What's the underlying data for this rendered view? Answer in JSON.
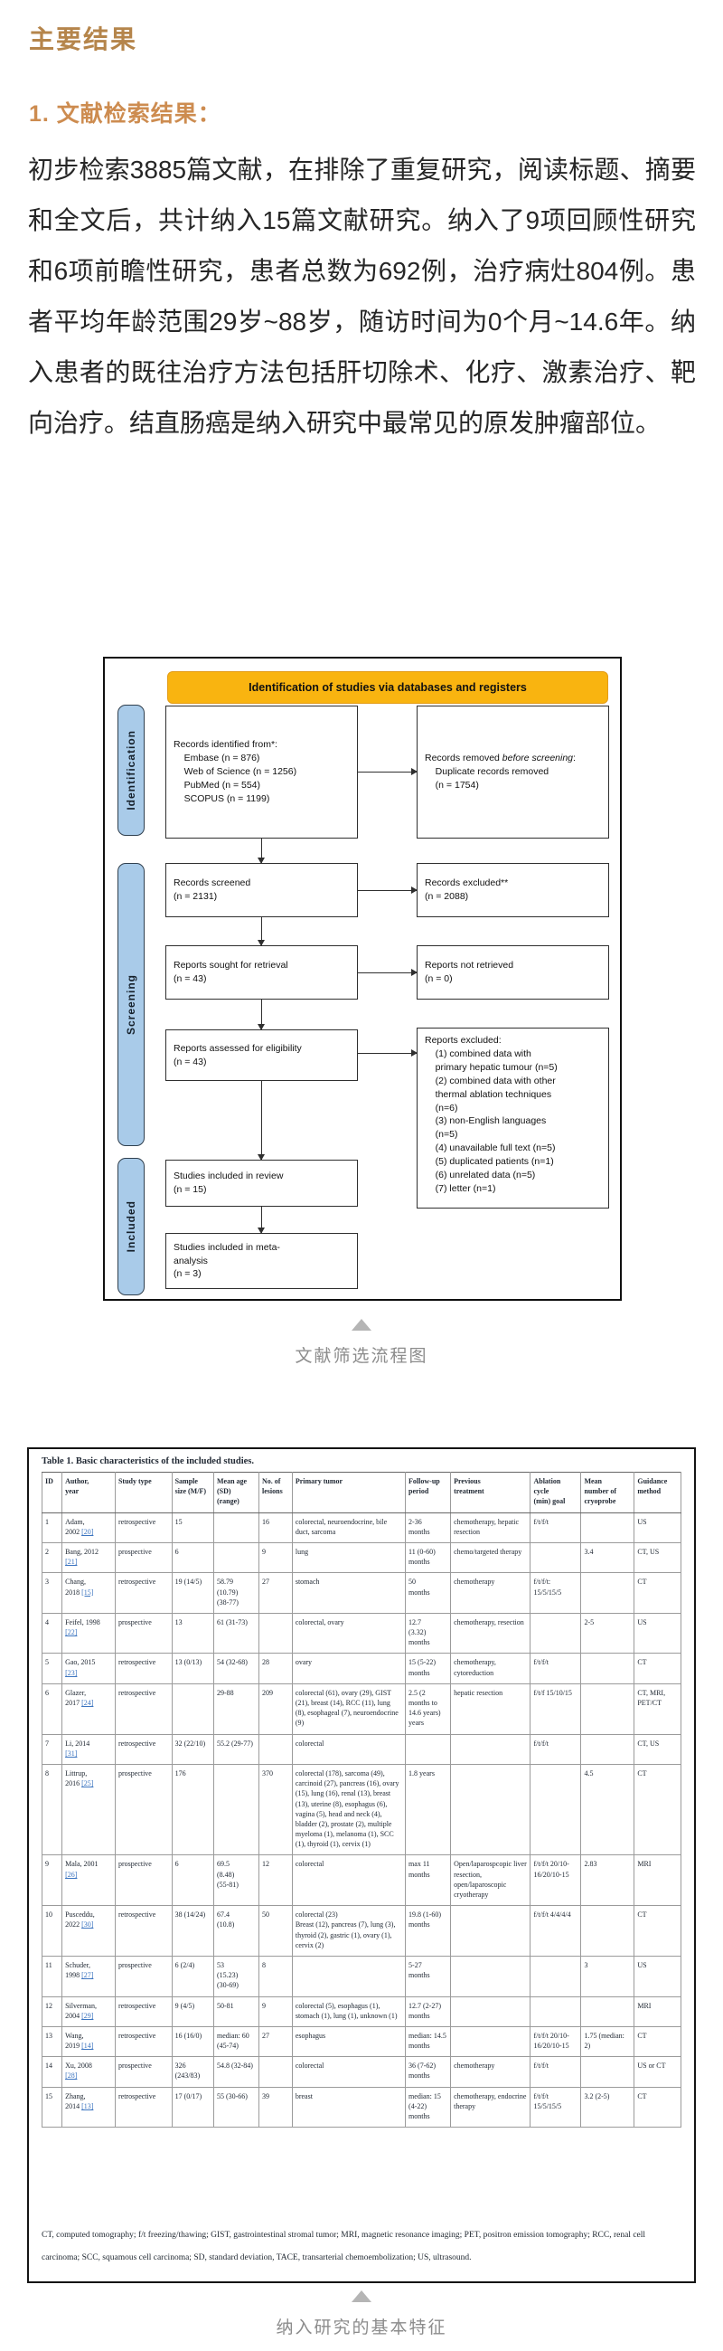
{
  "page": {
    "title": "主要结果",
    "section_heading": "1. 文献检索结果：",
    "paragraph": "初步检索3885篇文献，在排除了重复研究，阅读标题、摘要和全文后，共计纳入15篇文献研究。纳入了9项回顾性研究和6项前瞻性研究，患者总数为692例，治疗病灶804例。患者平均年龄范围29岁~88岁，随访时间为0个月~14.6年。纳入患者的既往治疗方法包括肝切除术、化疗、激素治疗、靶向治疗。结直肠癌是纳入研究中最常见的原发肿瘤部位。",
    "figure_caption": "文献筛选流程图",
    "table_caption": "纳入研究的基本特征"
  },
  "colors": {
    "title_gold": "#b5854b",
    "heading_orange": "#cd8c50",
    "banner_yellow": "#f9b410",
    "label_blue": "#a9cbe9",
    "ref_blue": "#3b74c0",
    "caption_gray": "#8c8c8c"
  },
  "diagram": {
    "banner": "Identification of studies via databases and registers",
    "side_labels": [
      "Identification",
      "Screening",
      "Included"
    ],
    "boxes": {
      "records_identified": "Records identified from*:\n    Embase (n = 876)\n    Web of Science (n = 1256)\n    PubMed (n = 554)\n    SCOPUS (n = 1199)",
      "records_removed_lead": "Records removed ",
      "records_removed_italic": "before screening",
      "records_removed_rest": ":\n    Duplicate records removed\n    (n = 1754)",
      "records_screened": "Records screened\n(n = 2131)",
      "records_excluded": "Records excluded**\n(n = 2088)",
      "reports_sought": "Reports sought for retrieval\n(n = 43)",
      "reports_not_retrieved": "Reports not retrieved\n(n = 0)",
      "reports_assessed": "Reports assessed for eligibility\n(n = 43)",
      "reports_excluded": "Reports excluded:\n    (1) combined data with\n    primary hepatic tumour (n=5)\n    (2) combined data with other\n    thermal ablation techniques\n    (n=6)\n    (3) non-English languages\n    (n=5)\n    (4) unavailable full text (n=5)\n    (5) duplicated patients (n=1)\n    (6) unrelated data (n=5)\n    (7) letter (n=1)",
      "included_review": "Studies included in review\n(n = 15)",
      "included_meta": "Studies included in meta-\nanalysis\n(n = 3)"
    }
  },
  "table": {
    "title": "Table 1.  Basic characteristics of the included studies.",
    "col_widths": [
      "3%",
      "8%",
      "8.5%",
      "6.3%",
      "6.8%",
      "5%",
      "17%",
      "6.8%",
      "12%",
      "7.6%",
      "8%",
      "7%"
    ],
    "columns": [
      "ID",
      "Author,\nyear",
      "Study type",
      "Sample\nsize (M/F)",
      "Mean age\n(SD)\n(range)",
      "No. of\nlesions",
      "Primary tumor",
      "Follow-up\nperiod",
      "Previous\ntreatment",
      "Ablation\ncycle\n(min) goal",
      "Mean\nnumber of\ncryoprobe",
      "Guidance\nmethod"
    ],
    "rows": [
      [
        "1",
        "Adam,\n2002 [20]",
        "retrospective",
        "15",
        "",
        "16",
        "colorectal, neuroendocrine, bile duct, sarcoma",
        "2-36\nmonths",
        "chemotherapy, hepatic resection",
        "f/t/f/t",
        "",
        "US"
      ],
      [
        "2",
        "Bang, 2012\n[21]",
        "prospective",
        "6",
        "",
        "9",
        "lung",
        "11 (0-60)\nmonths",
        "chemo/targeted therapy",
        "",
        "3.4",
        "CT, US"
      ],
      [
        "3",
        "Chang,\n2018 [15]",
        "retrospective",
        "19 (14/5)",
        "58.79\n(10.79)\n(38-77)",
        "27",
        "stomach",
        "50\nmonths",
        "chemotherapy",
        "f/t/f/t: 15/5/15/5",
        "",
        "CT"
      ],
      [
        "4",
        "Feifel, 1998\n[22]",
        "prospective",
        "13",
        "61 (31-73)",
        "",
        "colorectal, ovary",
        "12.7\n(3.32)\nmonths",
        "chemotherapy, resection",
        "",
        "2-5",
        "US"
      ],
      [
        "5",
        "Gao, 2015\n[23]",
        "retrospective",
        "13 (0/13)",
        "54 (32-68)",
        "28",
        "ovary",
        "15 (5-22)\nmonths",
        "chemotherapy, cytoreduction",
        "f/t/f/t",
        "",
        "CT"
      ],
      [
        "6",
        "Glazer,\n2017 [24]",
        "retrospective",
        "",
        "29-88",
        "209",
        "colorectal (61), ovary (29), GIST (21), breast (14), RCC (11), lung (8), esophageal (7), neuroendocrine (9)",
        "2.5 (2 months to 14.6 years) years",
        "hepatic resection",
        "f/t/f 15/10/15",
        "",
        "CT, MRI, PET/CT"
      ],
      [
        "7",
        "Li, 2014\n[31]",
        "retrospective",
        "32 (22/10)",
        "55.2 (29-77)",
        "",
        "colorectal",
        "",
        "",
        "f/t/f/t",
        "",
        "CT, US"
      ],
      [
        "8",
        "Littrup,\n2016 [25]",
        "prospective",
        "176",
        "",
        "370",
        "colorectal (178), sarcoma (49), carcinoid (27), pancreas (16), ovary (15), lung (16), renal (13), breast (13), uterine (8), esophagus (6), vagina (5), head and neck (4), bladder (2), prostate (2), multiple myeloma (1), melanoma (1), SCC (1), thyroid (1), cervix (1)",
        "1.8 years",
        "",
        "",
        "4.5",
        "CT"
      ],
      [
        "9",
        "Mala, 2001\n[26]",
        "prospective",
        "6",
        "69.5\n(8.48)\n(55-81)",
        "12",
        "colorectal",
        "max 11\nmonths",
        "Open/laparospcopic liver resection, open/laparoscopic cryotherapy",
        "f/t/f/t 20/10-16/20/10-15",
        "2.83",
        "MRI"
      ],
      [
        "10",
        "Pusceddu,\n2022 [30]",
        "retrospective",
        "38 (14/24)",
        "67.4\n(10.8)",
        "50",
        "colorectal (23)\nBreast (12), pancreas (7), lung (3), thyroid (2), gastric (1), ovary (1), cervix (2)",
        "19.8 (1-60)\nmonths",
        "",
        "f/t/f/t 4/4/4/4",
        "",
        "CT"
      ],
      [
        "11",
        "Schuder,\n1998 [27]",
        "prospective",
        "6 (2/4)",
        "53\n(15.23)\n(30-69)",
        "8",
        "",
        "5-27\nmonths",
        "",
        "",
        "3",
        "US"
      ],
      [
        "12",
        "Silverman,\n2004 [29]",
        "retrospective",
        "9 (4/5)",
        "50-81",
        "9",
        "colorectal (5), esophagus (1), stomach (1), lung (1), unknown (1)",
        "12.7 (2-27)\nmonths",
        "",
        "",
        "",
        "MRI"
      ],
      [
        "13",
        "Wang,\n2019 [14]",
        "retrospective",
        "16 (16/0)",
        "median: 60 (45-74)",
        "27",
        "esophagus",
        "median: 14.5\nmonths",
        "",
        "f/t/f/t 20/10-16/20/10-15",
        "1.75 (median: 2)",
        "CT"
      ],
      [
        "14",
        "Xu, 2008\n[28]",
        "prospective",
        "326\n(243/83)",
        "54.8 (32-84)",
        "",
        "colorectal",
        "36 (7-62)\nmonths",
        "chemotherapy",
        "f/t/f/t",
        "",
        "US or CT"
      ],
      [
        "15",
        "Zhang,\n2014 [13]",
        "retrospective",
        "17 (0/17)",
        "55 (30-66)",
        "39",
        "breast",
        "median: 15 (4-22)\nmonths",
        "chemotherapy, endocrine therapy",
        "f/t/f/t 15/5/15/5",
        "3.2 (2-5)",
        "CT"
      ]
    ],
    "footnote": "CT, computed tomography; f/t freezing/thawing; GIST, gastrointestinal stromal tumor; MRI, magnetic resonance imaging; PET, positron emission tomography; RCC, renal cell carcinoma; SCC, squamous cell carcinoma; SD, standard deviation, TACE, transarterial chemoembolization; US, ultrasound."
  }
}
